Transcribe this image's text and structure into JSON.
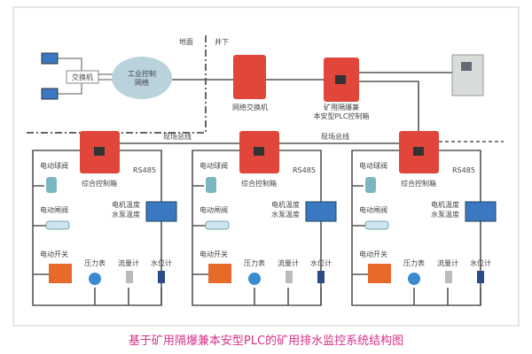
{
  "surface": {
    "ground_label": "地面",
    "underground_label": "井下"
  },
  "top": {
    "switch_label": "交换机",
    "cloud_label_1": "工业控制",
    "cloud_label_2": "网络",
    "net_switch_label": "网络交换机",
    "plc_label_1": "矿用隔爆兼",
    "plc_label_2": "本安型PLC控制箱"
  },
  "bus_label": "现场总线",
  "units": [
    {
      "controller": "综合控制箱",
      "rs485": "RS485",
      "ball_valve": "电动球阀",
      "gate_valve": "电动闸阀",
      "switch": "电动开关",
      "temp_1": "电机温度",
      "temp_2": "水泵温度",
      "pressure": "压力表",
      "flow": "流量计",
      "level": "水位计"
    },
    {
      "controller": "综合控制箱",
      "rs485": "RS485",
      "ball_valve": "电动球阀",
      "gate_valve": "电动闸阀",
      "switch": "电动开关",
      "temp_1": "电机温度",
      "temp_2": "水泵温度",
      "pressure": "压力表",
      "flow": "流量计",
      "level": "水位计"
    },
    {
      "controller": "综合控制箱",
      "rs485": "RS485",
      "ball_valve": "电动球阀",
      "gate_valve": "电动闸阀",
      "switch": "电动开关",
      "temp_1": "电机温度",
      "temp_2": "水泵温度",
      "pressure": "压力表",
      "flow": "流量计",
      "level": "水位计"
    }
  ],
  "caption": "基于矿用隔爆兼本安型PLC的矿用排水监控系统结构图",
  "colors": {
    "box_red": "#e0473a",
    "caption": "#d6308a",
    "blue": "#3a78c2"
  }
}
